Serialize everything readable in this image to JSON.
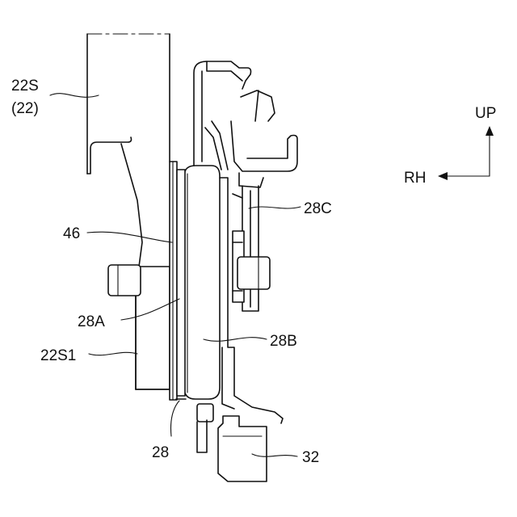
{
  "labels": {
    "l22s": "22S",
    "l22": "(22)",
    "l46": "46",
    "l28a": "28A",
    "l22s1": "22S1",
    "l28": "28",
    "l28b": "28B",
    "l28c": "28C",
    "l32": "32"
  },
  "directions": {
    "up": "UP",
    "rh": "RH"
  }
}
